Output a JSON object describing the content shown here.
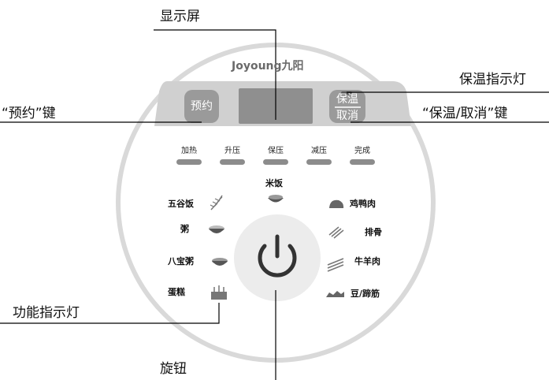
{
  "callouts": {
    "display": "显示屏",
    "keep_warm_light": "保温指示灯",
    "booking_key": "“预约”键",
    "keep_warm_cancel_key": "“保温/取消”键",
    "function_light": "功能指示灯",
    "knob": "旋钮"
  },
  "panel": {
    "brand": "Joyoung九阳",
    "booking_label": "预约",
    "keep_warm_label": "保温",
    "cancel_label": "取消"
  },
  "status_lights": [
    "加热",
    "升压",
    "保压",
    "减压",
    "完成"
  ],
  "modes": {
    "rice": "米饭",
    "grains": "五谷饭",
    "porridge": "粥",
    "eight_treasure": "八宝粥",
    "cake": "蛋糕",
    "poultry": "鸡鸭肉",
    "ribs": "排骨",
    "beef_mutton": "牛羊肉",
    "beans_tendon": "豆/蹄筋"
  },
  "colors": {
    "ring": "#d9d9d9",
    "panel_bg": "#cfcfcf",
    "button": "#9a9a9a",
    "display_screen": "#8f8f8f",
    "light": "#8c8c8c",
    "knob_bg": "#ececec"
  }
}
